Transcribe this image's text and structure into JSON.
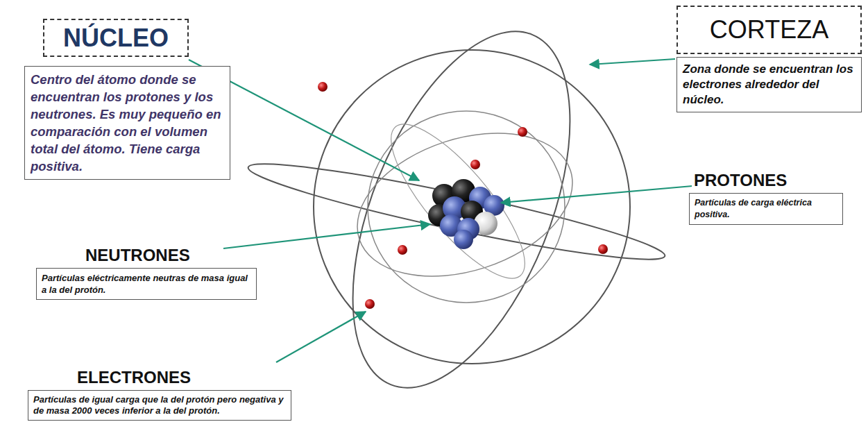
{
  "diagram": {
    "nodes": [
      {
        "text": [
          "NÚCLEO"
        ]
      },
      {
        "text": [
          "Centro del átomo donde se encuentran los protones y los neutrones. Es muy pequeño en comparación con el volumen total del átomo. Tiene carga positiva."
        ]
      },
      {
        "text": [
          "CORTEZA"
        ]
      },
      {
        "text": [
          "Zona donde se encuentran los electrones alrededor del núcleo."
        ]
      },
      {
        "text": [
          "PROTONES",
          "Partículas de carga eléctrica positiva."
        ]
      },
      {
        "text": [
          "NEUTRONES",
          "Partículas eléctricamente neutras de masa igual a la del protón."
        ]
      },
      {
        "text": [
          "ELECTRONES",
          "Partículas de igual carga que la del protón pero negativa y de masa 2000 veces inferior a la del protón."
        ]
      }
    ]
  }
}
